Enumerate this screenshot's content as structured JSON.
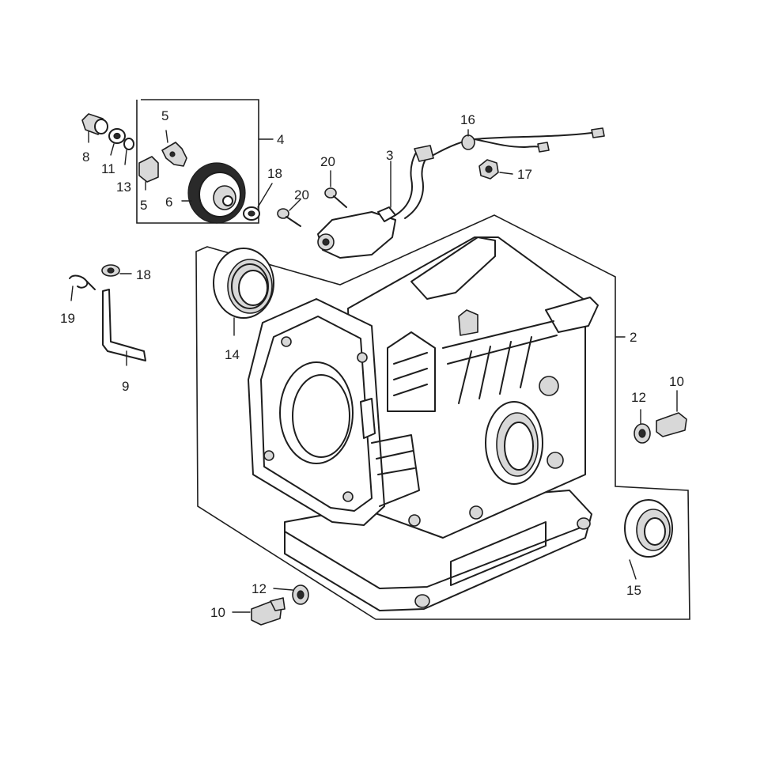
{
  "diagram": {
    "callouts": [
      {
        "key": "c8",
        "text": "8"
      },
      {
        "key": "c11",
        "text": "11"
      },
      {
        "key": "c13",
        "text": "13"
      },
      {
        "key": "c5a",
        "text": "5"
      },
      {
        "key": "c5b",
        "text": "5"
      },
      {
        "key": "c6",
        "text": "6"
      },
      {
        "key": "c4",
        "text": "4"
      },
      {
        "key": "c18a",
        "text": "18"
      },
      {
        "key": "c20a",
        "text": "20"
      },
      {
        "key": "c20b",
        "text": "20"
      },
      {
        "key": "c3",
        "text": "3"
      },
      {
        "key": "c16",
        "text": "16"
      },
      {
        "key": "c17",
        "text": "17"
      },
      {
        "key": "c18b",
        "text": "18"
      },
      {
        "key": "c19",
        "text": "19"
      },
      {
        "key": "c9",
        "text": "9"
      },
      {
        "key": "c14",
        "text": "14"
      },
      {
        "key": "c2",
        "text": "2"
      },
      {
        "key": "c12a",
        "text": "12"
      },
      {
        "key": "c10a",
        "text": "10"
      },
      {
        "key": "c15",
        "text": "15"
      },
      {
        "key": "c12b",
        "text": "12"
      },
      {
        "key": "c10b",
        "text": "10"
      }
    ]
  }
}
